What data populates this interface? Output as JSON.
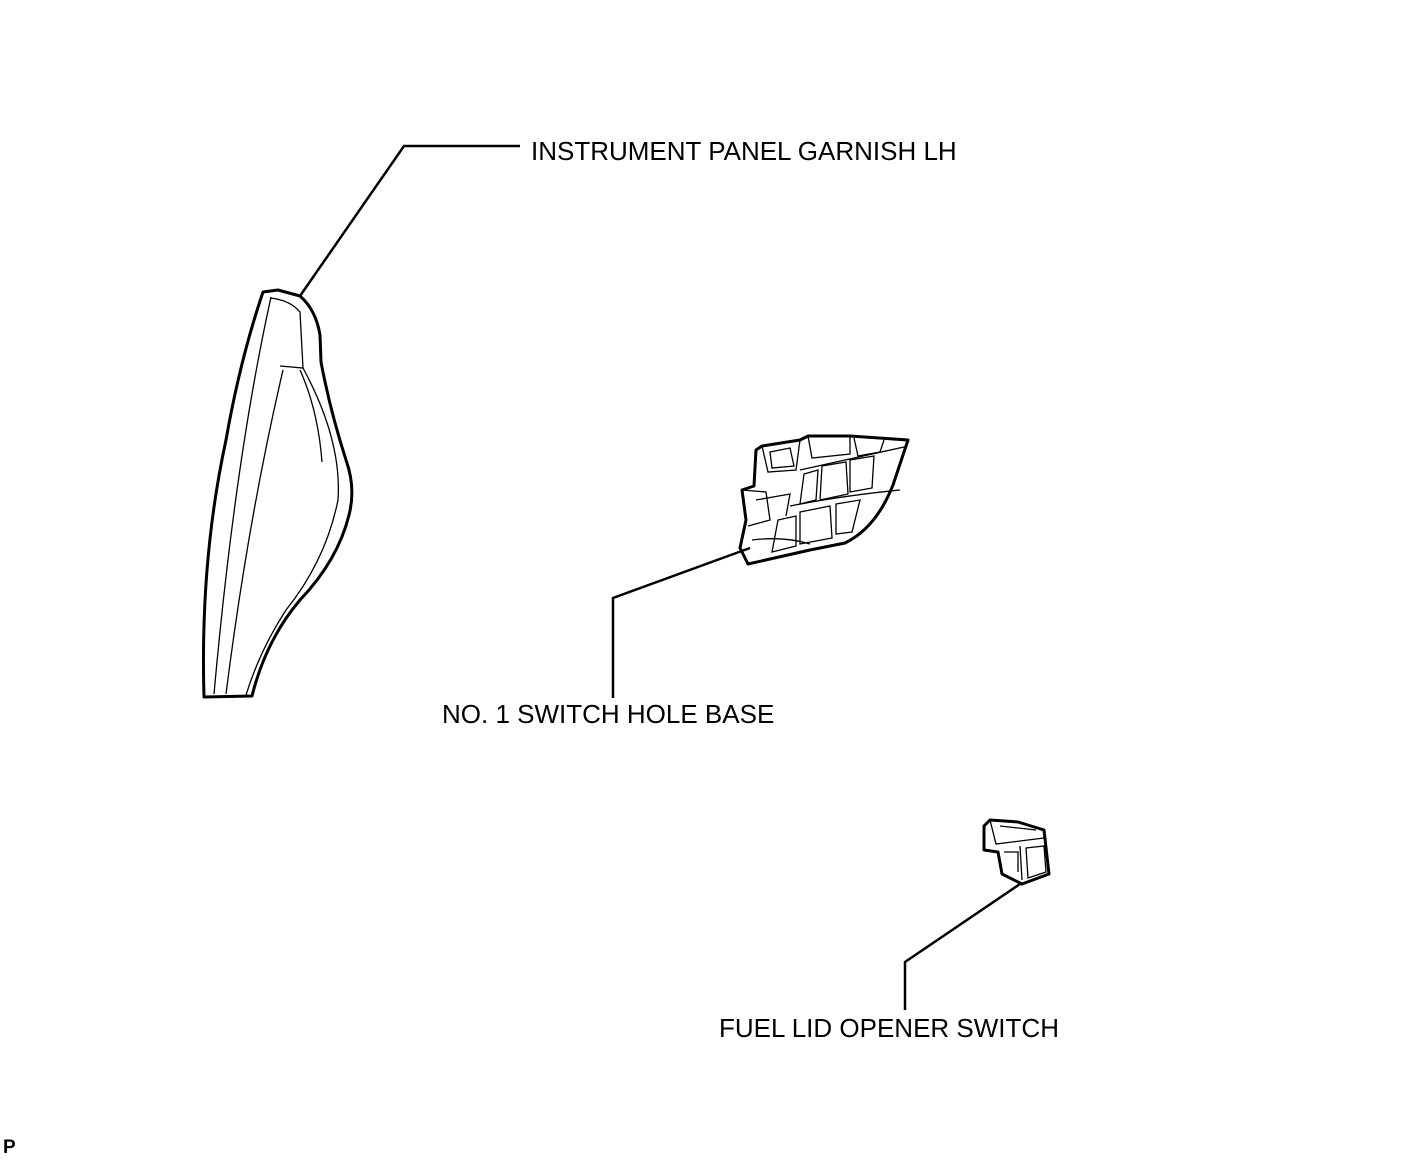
{
  "labels": {
    "garnish": "INSTRUMENT PANEL GARNISH LH",
    "hole_base": "NO. 1 SWITCH HOLE BASE",
    "fuel_switch": "FUEL LID OPENER SWITCH"
  },
  "page_code": "P",
  "colors": {
    "line": "#000000",
    "background": "#ffffff"
  }
}
